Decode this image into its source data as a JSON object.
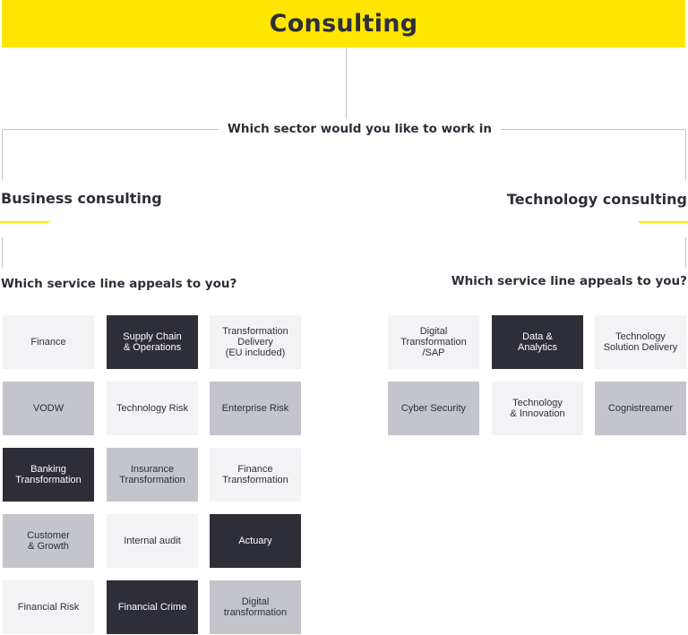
{
  "title": "Consulting",
  "sector_question": "Which sector would you like to work in",
  "business": {
    "heading": "Business consulting",
    "question": "Which service line appeals to you?",
    "tiles": [
      {
        "label": "Finance",
        "tone": "light"
      },
      {
        "label": "Supply Chain\n& Operations",
        "tone": "dark"
      },
      {
        "label": "Transformation\nDelivery\n(EU included)",
        "tone": "light"
      },
      {
        "label": "VODW",
        "tone": "mid"
      },
      {
        "label": "Technology Risk",
        "tone": "light"
      },
      {
        "label": "Enterprise Risk",
        "tone": "mid"
      },
      {
        "label": "Banking\nTransformation",
        "tone": "dark"
      },
      {
        "label": "Insurance\nTransformation",
        "tone": "mid"
      },
      {
        "label": "Finance\nTransformation",
        "tone": "light"
      },
      {
        "label": "Customer\n& Growth",
        "tone": "mid"
      },
      {
        "label": "Internal audit",
        "tone": "light"
      },
      {
        "label": "Actuary",
        "tone": "dark"
      },
      {
        "label": "Financial Risk",
        "tone": "light"
      },
      {
        "label": "Financial Crime",
        "tone": "dark"
      },
      {
        "label": "Digital\ntransformation",
        "tone": "mid"
      }
    ]
  },
  "technology": {
    "heading": "Technology consulting",
    "question": "Which service line appeals to you?",
    "tiles": [
      {
        "label": "Digital\nTransformation\n/SAP",
        "tone": "light"
      },
      {
        "label": "Data &\nAnalytics",
        "tone": "dark"
      },
      {
        "label": "Technology\nSolution Delivery",
        "tone": "light"
      },
      {
        "label": "Cyber Security",
        "tone": "mid"
      },
      {
        "label": "Technology\n& Innovation",
        "tone": "light"
      },
      {
        "label": "Cognistreamer",
        "tone": "mid"
      }
    ]
  },
  "colors": {
    "accent": "#ffe600",
    "dark": "#2e2e38",
    "mid": "#c4c4cd",
    "light": "#f3f3f6"
  }
}
